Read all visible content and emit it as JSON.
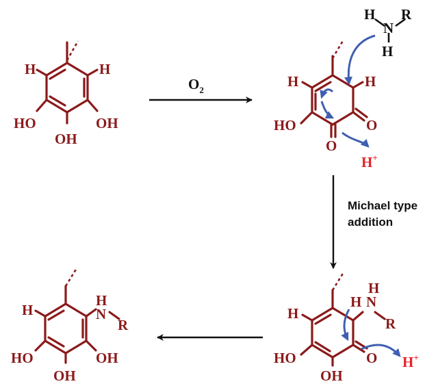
{
  "colors": {
    "structure": "#8b1a1a",
    "reagent": "#111111",
    "proton": "#e8202a",
    "electron_arrow": "#3f5fb0"
  },
  "atoms": {
    "H": "H",
    "HO": "HO",
    "OH": "OH",
    "O": "O",
    "N": "N",
    "R": "R"
  },
  "proton": {
    "symbol": "H",
    "charge": "+"
  },
  "reaction_1": {
    "label_main": "O",
    "label_sub": "2"
  },
  "reaction_2": {
    "label_line1": "Michael type",
    "label_line2": "addition"
  }
}
